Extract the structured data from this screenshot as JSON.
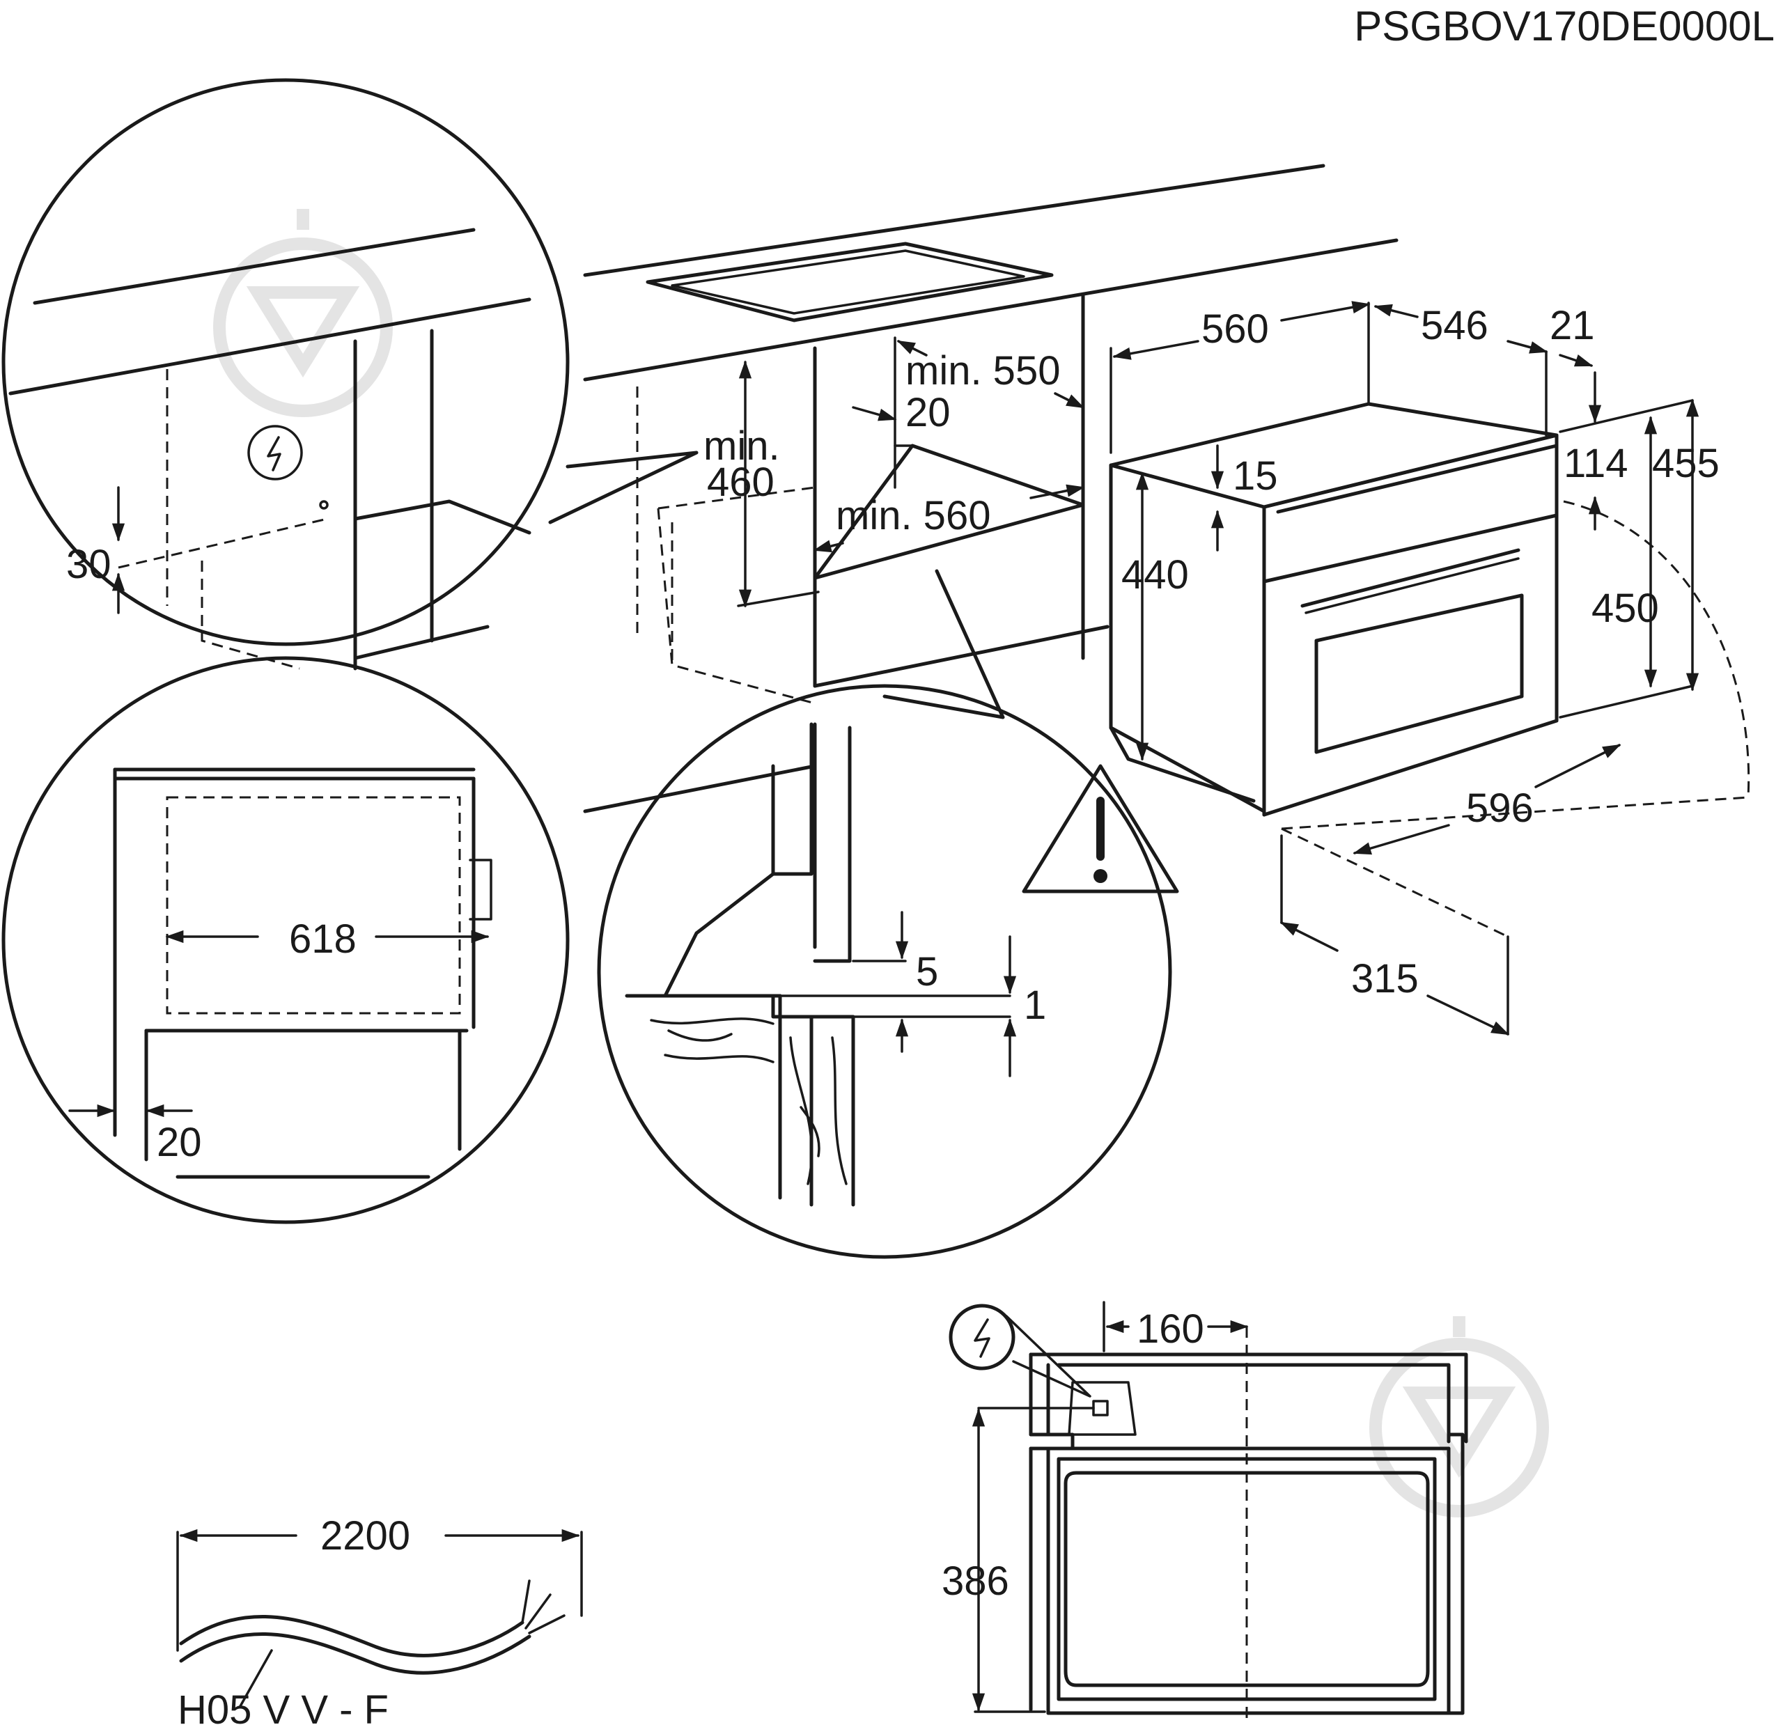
{
  "document_code": "PSGBOV170DE0000L",
  "dimensions": {
    "niche_width_min": "min. 560",
    "niche_depth_min": "min. 550",
    "niche_height_min_line1": "min.",
    "niche_height_min_line2": "460",
    "vent_gap": "20",
    "oven_width_top": "560",
    "oven_depth": "546",
    "front_offset": "21",
    "panel_thickness": "15",
    "oven_height_body": "440",
    "panel_top": "114",
    "total_height": "455",
    "front_height": "450",
    "front_width": "596",
    "door_swing": "315",
    "socket_height": "30",
    "inner_width": "618",
    "side_gap": "20",
    "edge_gap_5": "5",
    "edge_gap_1": "1",
    "cable_length": "2200",
    "cable_type": "H05 V V - F",
    "socket_offset": "160",
    "socket_vertical": "386"
  },
  "icons": {
    "electrical": "electrical-hazard-icon",
    "warning": "warning-triangle-icon",
    "watermark": "watermark-logo-icon"
  }
}
